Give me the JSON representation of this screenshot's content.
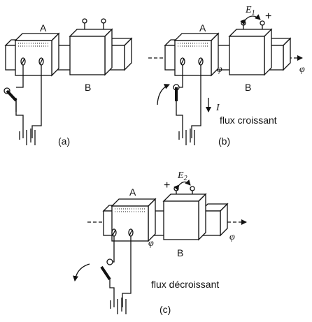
{
  "panels": [
    {
      "id": "a",
      "caption": "(a)",
      "coil_primary": "A",
      "coil_secondary": "B",
      "emf_label": "",
      "emf_subscript": "",
      "polarity": "",
      "flux_symbol": "",
      "current_symbol": "",
      "flux_text": ""
    },
    {
      "id": "b",
      "caption": "(b)",
      "coil_primary": "A",
      "coil_secondary": "B",
      "emf_label": "E",
      "emf_subscript": "1",
      "polarity": "+",
      "flux_symbol": "φ",
      "current_symbol": "I",
      "flux_text": "flux croissant"
    },
    {
      "id": "c",
      "caption": "(c)",
      "coil_primary": "A",
      "coil_secondary": "B",
      "emf_label": "E",
      "emf_subscript": "2",
      "polarity": "+",
      "flux_symbol": "φ",
      "current_symbol": "",
      "flux_text": "flux décroissant"
    }
  ]
}
